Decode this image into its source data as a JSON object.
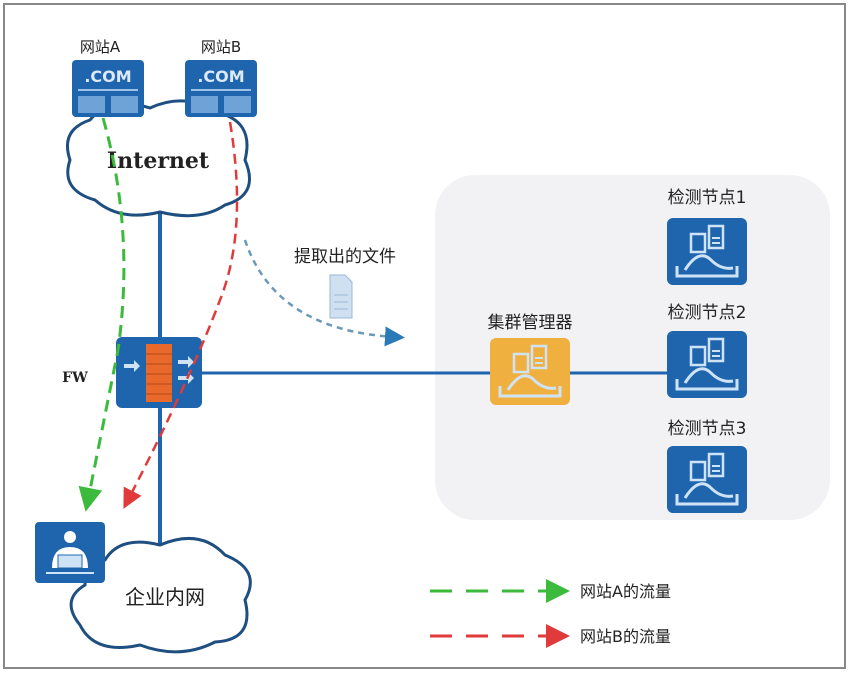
{
  "sites": [
    {
      "label": "网站A",
      "icon_text": ".COM"
    },
    {
      "label": "网站B",
      "icon_text": ".COM"
    }
  ],
  "internet_label": "Internet",
  "fw_label": "FW",
  "extracted_file_label": "提取出的文件",
  "cluster_manager_label": "集群管理器",
  "nodes": [
    {
      "label": "检测节点1"
    },
    {
      "label": "检测节点2"
    },
    {
      "label": "检测节点3"
    }
  ],
  "intranet_label": "企业内网",
  "legend": [
    {
      "label": "网站A的流量",
      "color": "#3cba3c"
    },
    {
      "label": "网站B的流量",
      "color": "#e03a3a"
    }
  ],
  "colors": {
    "device_blue": "#1f65ad",
    "cluster_orange": "#f0b040",
    "panel_gray": "#f2f2f4",
    "line_blue": "#1f65ad"
  }
}
